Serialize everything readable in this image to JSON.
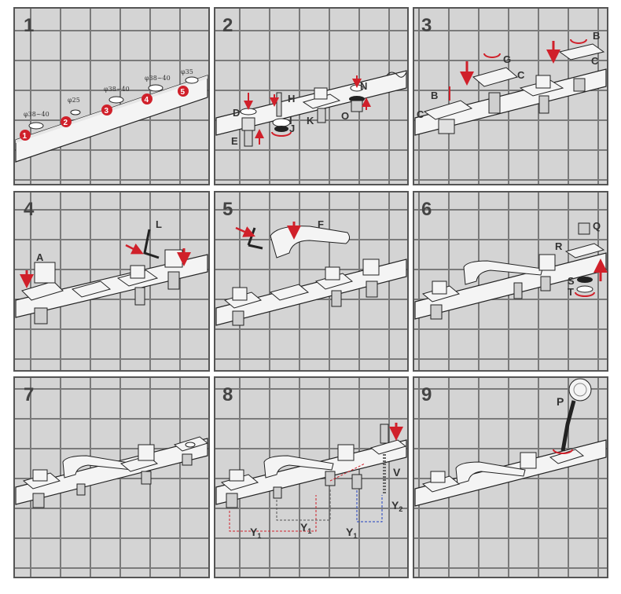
{
  "colors": {
    "accent": "#d0202a",
    "pipe_blue": "#2040c0",
    "tile": "#d4d4d4",
    "grout": "#777777",
    "frame": "#555555",
    "part": "#f4f4f4",
    "stroke": "#222222"
  },
  "panels": [
    {
      "number": "1"
    },
    {
      "number": "2"
    },
    {
      "number": "3"
    },
    {
      "number": "4"
    },
    {
      "number": "5"
    },
    {
      "number": "6"
    },
    {
      "number": "7"
    },
    {
      "number": "8"
    },
    {
      "number": "9"
    }
  ],
  "step1": {
    "holes": [
      {
        "badge": "1",
        "size": "φ38~40"
      },
      {
        "badge": "2",
        "size": "φ25"
      },
      {
        "badge": "3",
        "size": "φ38~40"
      },
      {
        "badge": "4",
        "size": "φ38~40"
      },
      {
        "badge": "5",
        "size": "φ35"
      }
    ]
  },
  "step2": {
    "labels": {
      "D": "D",
      "E": "E",
      "H": "H",
      "I": "I",
      "J": "J",
      "K": "K",
      "N": "N",
      "O": "O"
    }
  },
  "step3": {
    "labels": {
      "B1": "B",
      "C1": "C",
      "G": "G",
      "C2": "C",
      "B2": "B",
      "C3": "C"
    }
  },
  "step4": {
    "labels": {
      "A": "A",
      "L": "L"
    }
  },
  "step5": {
    "labels": {
      "F": "F"
    }
  },
  "step6": {
    "labels": {
      "Q": "Q",
      "R": "R",
      "S": "S",
      "T": "T"
    }
  },
  "step8": {
    "labels": {
      "V": "V",
      "Y1a": "Y",
      "Y1b": "Y",
      "Y1c": "Y",
      "Y2": "Y",
      "sub1": "1",
      "sub2": "2"
    }
  },
  "step9": {
    "labels": {
      "P": "P"
    }
  }
}
